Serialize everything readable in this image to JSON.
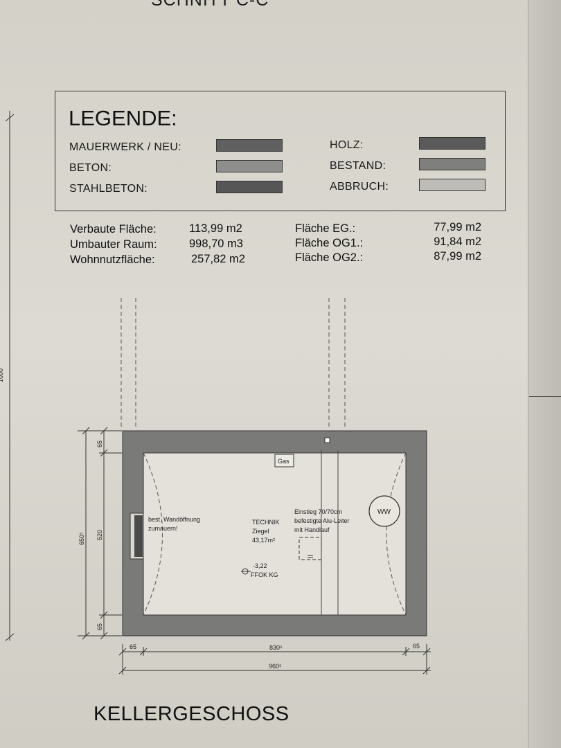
{
  "header": {
    "section_title": "SCHNITT C-C"
  },
  "legend": {
    "title": "LEGENDE:",
    "items": [
      {
        "label": "MAUERWERK / NEU:",
        "color": "#606060"
      },
      {
        "label": "BETON:",
        "color": "#8e8e8c"
      },
      {
        "label": "STAHLBETON:",
        "color": "#565656"
      },
      {
        "label": "HOLZ:",
        "color": "#5a5a5a"
      },
      {
        "label": "BESTAND:",
        "color": "#7f7f7d"
      },
      {
        "label": "ABBRUCH:",
        "color": "#bdbcb6"
      }
    ]
  },
  "stats": {
    "left": [
      {
        "label": "Verbaute Fläche:",
        "value": "113,99 m2"
      },
      {
        "label": "Umbauter Raum:",
        "value": "998,70 m3"
      },
      {
        "label": "Wohnnutzfläche:",
        "value": "257,82 m2"
      }
    ],
    "right": [
      {
        "label": "Fläche EG.:",
        "value": "77,99 m2"
      },
      {
        "label": "Fläche OG1.:",
        "value": "91,84 m2"
      },
      {
        "label": "Fläche OG2.:",
        "value": "87,99 m2"
      }
    ]
  },
  "plan": {
    "gas_label": "Gas",
    "ww_label": "WW",
    "wall_note_line1": "best. Wandöffnung",
    "wall_note_line2": "zumauern!",
    "room_name": "TECHNIK",
    "room_material": "Ziegel",
    "room_area": "43,17m²",
    "hatch_line1": "Einstieg 70/70cm",
    "hatch_line2": "befestigte Alu-Leiter",
    "hatch_line3": "mit Handlauf",
    "level_value": "-3,22",
    "level_label": "FFOK KG",
    "dim_wall_top": "65",
    "dim_wall_bottom": "65",
    "dim_inner_height": "520",
    "dim_outer_height": "650⁵",
    "dim_wall_left": "65",
    "dim_inner_width": "830⁵",
    "dim_wall_right": "65",
    "dim_outer_width": "960⁵",
    "dim_side_total": "1000"
  },
  "footer": {
    "floor_title": "KELLERGESCHOSS"
  }
}
